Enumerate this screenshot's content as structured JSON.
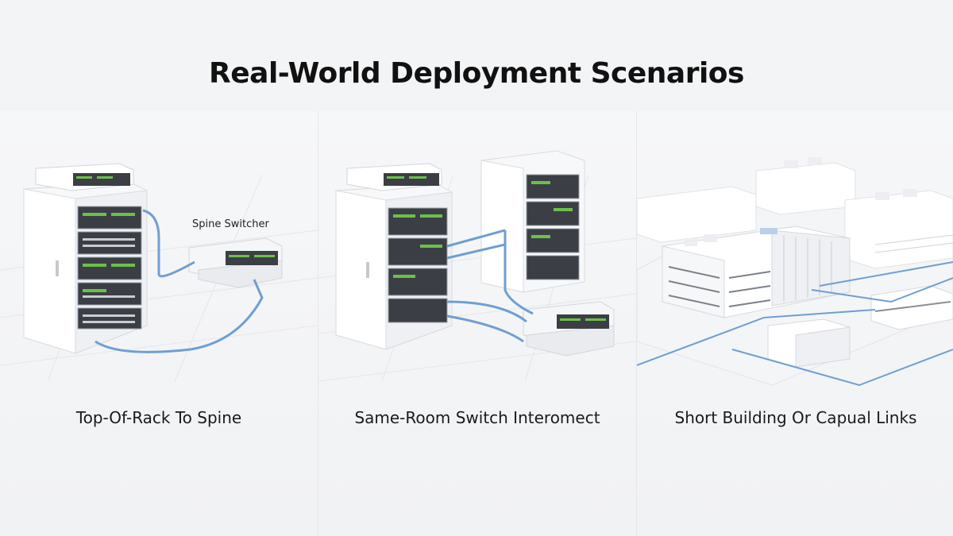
{
  "title": "Real-World Deployment Scenarios",
  "panels": [
    {
      "caption": "Top-Of-Rack To Spine",
      "rack_label": "Spine Switcher"
    },
    {
      "caption": "Same-Room Switch Interomect"
    },
    {
      "caption": "Short Building Or Capual Links"
    }
  ],
  "colors": {
    "cable": "#6f9fd0",
    "rack": "#ffffff",
    "led": "#6cc04a",
    "equipment": "#3b3f45"
  }
}
